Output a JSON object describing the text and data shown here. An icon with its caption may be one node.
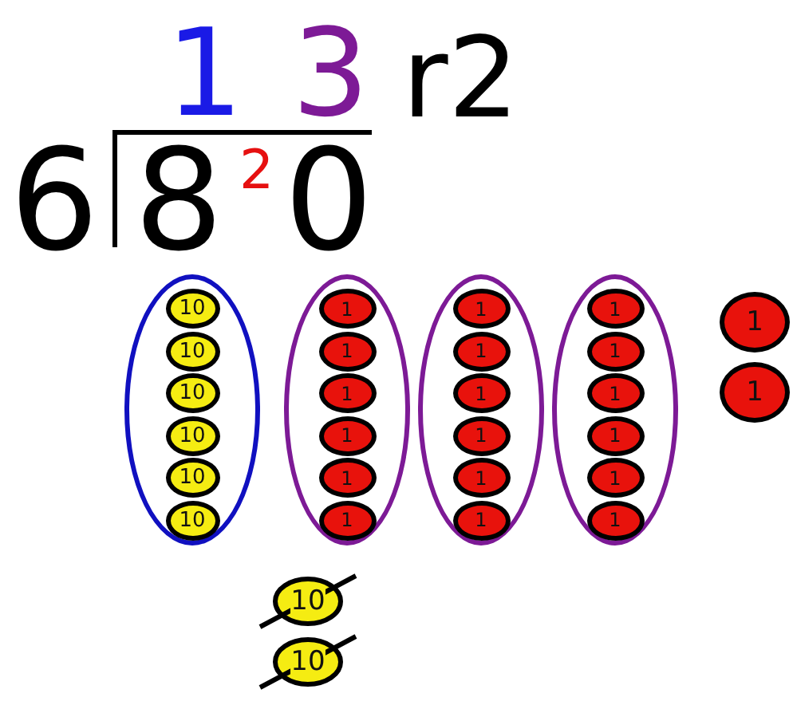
{
  "diagram": {
    "nodes": [
      {
        "text": [],
        "shape": "ellipse"
      },
      {
        "text": [
          "10"
        ],
        "in": 0
      },
      {
        "text": [
          "10"
        ],
        "in": 0
      },
      {
        "text": [
          "10"
        ],
        "in": 0
      },
      {
        "text": [
          "10"
        ],
        "in": 0
      },
      {
        "text": [
          "10"
        ],
        "in": 0
      },
      {
        "text": [
          "10"
        ],
        "in": 0
      },
      {
        "text": [],
        "shape": "ellipse"
      },
      {
        "text": [
          "1"
        ],
        "in": 7
      },
      {
        "text": [
          "1"
        ],
        "in": 7
      },
      {
        "text": [
          "1"
        ],
        "in": 7
      },
      {
        "text": [
          "1"
        ],
        "in": 7
      },
      {
        "text": [
          "1"
        ],
        "in": 7
      },
      {
        "text": [
          "1"
        ],
        "in": 7
      },
      {
        "text": [],
        "shape": "ellipse"
      },
      {
        "text": [
          "1"
        ],
        "in": 14
      },
      {
        "text": [
          "1"
        ],
        "in": 14
      },
      {
        "text": [
          "1"
        ],
        "in": 14
      },
      {
        "text": [
          "1"
        ],
        "in": 14
      },
      {
        "text": [
          "1"
        ],
        "in": 14
      },
      {
        "text": [
          "1"
        ],
        "in": 14
      },
      {
        "text": [],
        "shape": "ellipse"
      },
      {
        "text": [
          "1"
        ],
        "in": 21
      },
      {
        "text": [
          "1"
        ],
        "in": 21
      },
      {
        "text": [
          "1"
        ],
        "in": 21
      },
      {
        "text": [
          "1"
        ],
        "in": 21
      },
      {
        "text": [
          "1"
        ],
        "in": 21
      },
      {
        "text": [
          "1"
        ],
        "in": 21
      },
      {
        "text": [
          "1"
        ]
      },
      {
        "text": [
          "1"
        ]
      },
      {
        "text": [
          "10"
        ]
      },
      {
        "text": [
          "10"
        ]
      }
    ],
    "edges": [],
    "labels": [
      "1",
      "3",
      "r2",
      "6",
      "8",
      "2",
      "0"
    ]
  }
}
